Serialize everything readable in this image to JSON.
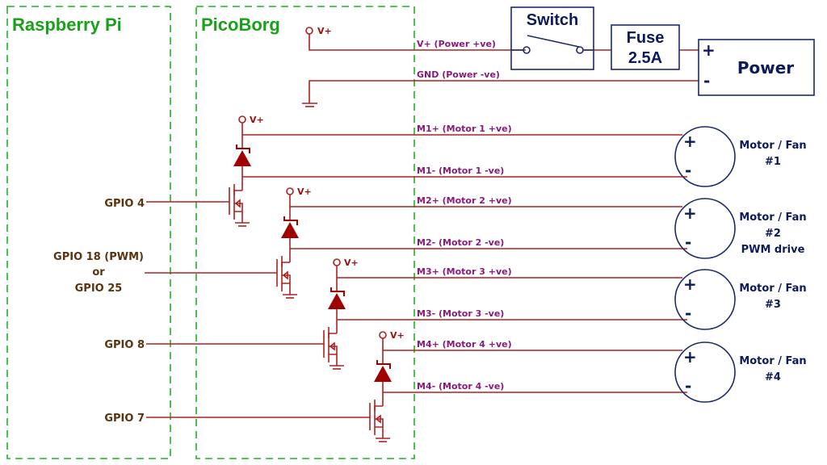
{
  "sections": {
    "raspberry_pi": "Raspberry Pi",
    "picoborg": "PicoBorg"
  },
  "supply_label": "V+",
  "power_nets": {
    "positive": "V+ (Power +ve)",
    "negative": "GND (Power -ve)"
  },
  "switch": {
    "label": "Switch"
  },
  "fuse": {
    "line1": "Fuse",
    "line2": "2.5A"
  },
  "power": {
    "label": "Power",
    "plus": "+",
    "minus": "-"
  },
  "gpio": {
    "gpio4": "GPIO 4",
    "gpio18_line1": "GPIO 18 (PWM)",
    "gpio18_line2": "or",
    "gpio18_line3": "GPIO 25",
    "gpio8": "GPIO 8",
    "gpio7": "GPIO 7"
  },
  "motors": [
    {
      "pos_net": "M1+ (Motor 1 +ve)",
      "neg_net": "M1- (Motor 1 -ve)",
      "name": "Motor / Fan",
      "number": "#1",
      "note": "",
      "plus": "+",
      "minus": "-"
    },
    {
      "pos_net": "M2+ (Motor 2 +ve)",
      "neg_net": "M2- (Motor 2 -ve)",
      "name": "Motor / Fan",
      "number": "#2",
      "note": "PWM drive",
      "plus": "+",
      "minus": "-"
    },
    {
      "pos_net": "M3+ (Motor 3 +ve)",
      "neg_net": "M3- (Motor 3 -ve)",
      "name": "Motor / Fan",
      "number": "#3",
      "note": "",
      "plus": "+",
      "minus": "-"
    },
    {
      "pos_net": "M4+ (Motor 4 +ve)",
      "neg_net": "M4- (Motor 4 -ve)",
      "name": "Motor / Fan",
      "number": "#4",
      "note": "",
      "plus": "+",
      "minus": "-"
    }
  ]
}
